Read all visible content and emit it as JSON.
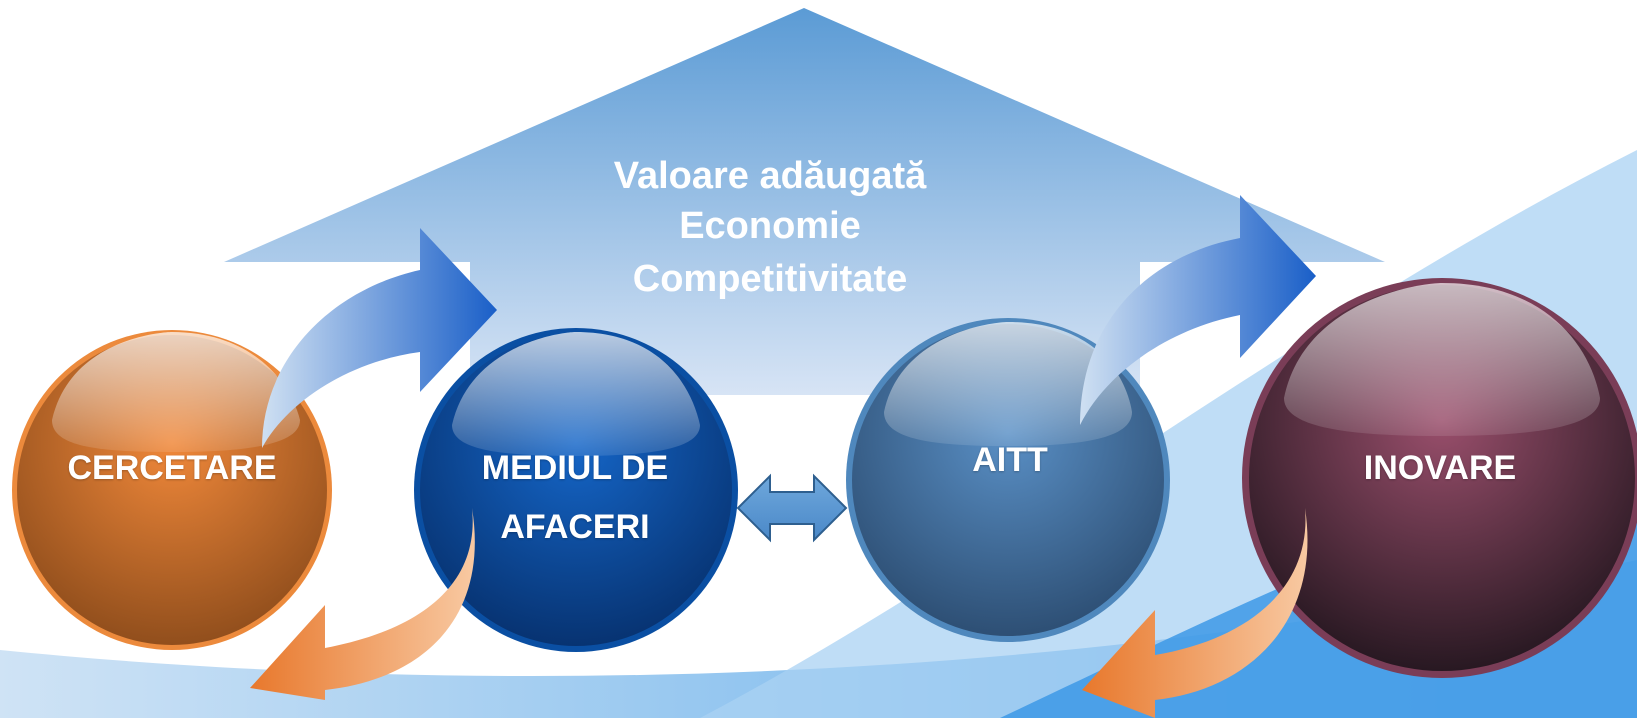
{
  "roof": {
    "lines": [
      "Valoare adăugată",
      "Economie",
      "Competitivitate"
    ],
    "color": "#5b9bd5"
  },
  "nodes": [
    {
      "id": "cercetare",
      "label": "CERCETARE",
      "color": "#e07b2e"
    },
    {
      "id": "mediul",
      "label": "MEDIUL DE AFACERI",
      "line1": "MEDIUL DE",
      "line2": "AFACERI",
      "color": "#0b58b0"
    },
    {
      "id": "aitt",
      "label": "AITT",
      "color": "#4a7eb0"
    },
    {
      "id": "inovare",
      "label": "INOVARE",
      "color": "#8a4660"
    }
  ],
  "connectors": {
    "up_arrows": [
      "cercetare-to-roof",
      "aitt-to-roof"
    ],
    "down_arrows": [
      "mediul-to-cercetare",
      "inovare-to-aitt"
    ],
    "double_arrow": "mediul-aitt"
  }
}
